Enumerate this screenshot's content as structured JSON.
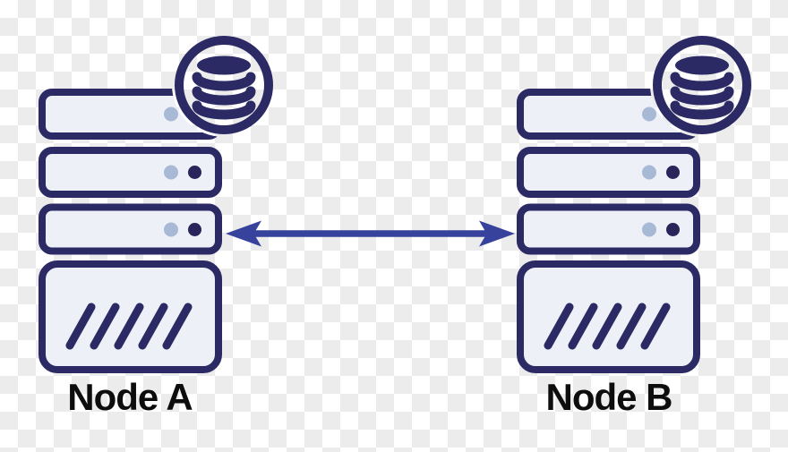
{
  "nodes": [
    {
      "id": "node-a",
      "label": "Node A",
      "icon": "database-icon"
    },
    {
      "id": "node-b",
      "label": "Node B",
      "icon": "database-icon"
    }
  ],
  "connection": {
    "type": "double-headed-arrow",
    "between": [
      "Node A",
      "Node B"
    ]
  },
  "colors": {
    "outline_navy": "#2b2a64",
    "panel_fill": "#edf0f7",
    "light_dot": "#a8b9d6",
    "dark_dot": "#29255a",
    "arrow_blue": "#36429b",
    "label_text": "#0d0d0d",
    "checker_gray": "#ececec",
    "checker_white": "#ffffff"
  }
}
